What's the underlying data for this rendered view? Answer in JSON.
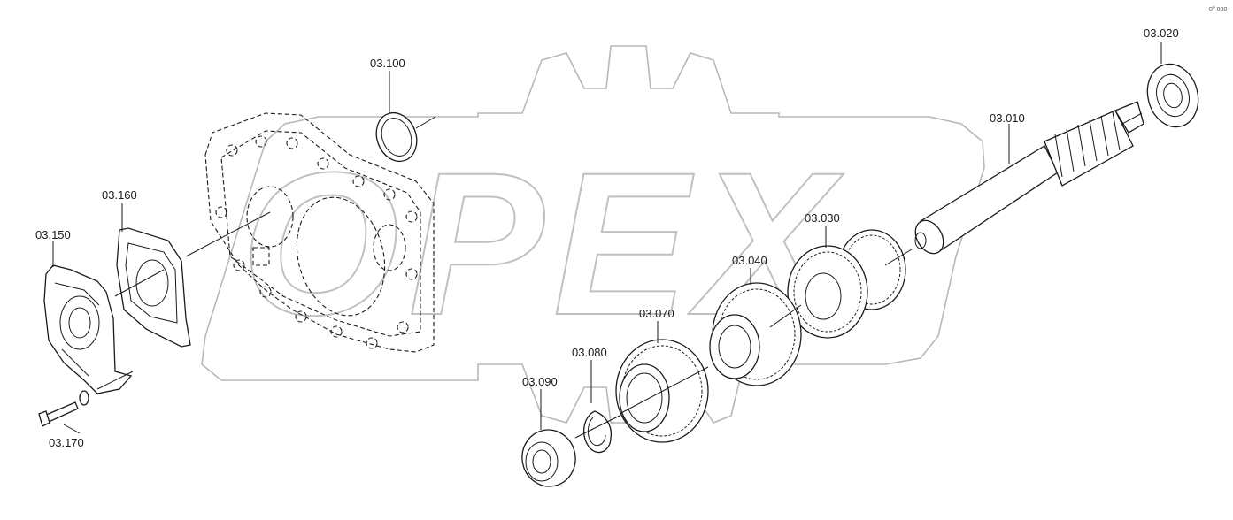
{
  "watermark": {
    "text": "OPEX"
  },
  "corner_mark": "o⁰ ooo",
  "callouts": [
    {
      "id": "03.010",
      "label": "03.010"
    },
    {
      "id": "03.020",
      "label": "03.020"
    },
    {
      "id": "03.030",
      "label": "03.030"
    },
    {
      "id": "03.040",
      "label": "03.040"
    },
    {
      "id": "03.070",
      "label": "03.070"
    },
    {
      "id": "03.080",
      "label": "03.080"
    },
    {
      "id": "03.090",
      "label": "03.090"
    },
    {
      "id": "03.100",
      "label": "03.100"
    },
    {
      "id": "03.150",
      "label": "03.150"
    },
    {
      "id": "03.160",
      "label": "03.160"
    },
    {
      "id": "03.170",
      "label": "03.170"
    }
  ]
}
